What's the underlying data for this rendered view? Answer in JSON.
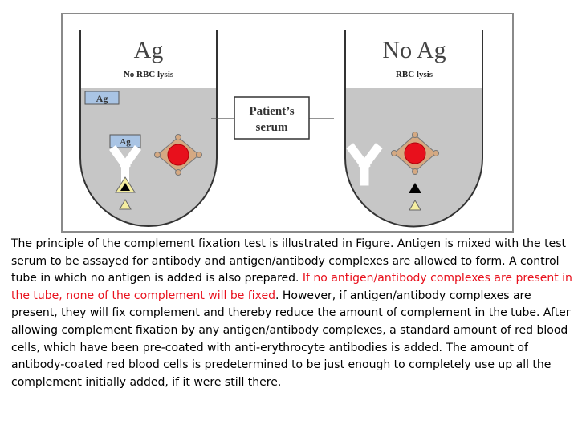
{
  "figure": {
    "left_tube": {
      "title": "Ag",
      "subtitle": "No RBC lysis",
      "ag_box_label": "Ag",
      "antibody_label": "Ag"
    },
    "right_tube": {
      "title": "No Ag",
      "subtitle": "RBC lysis"
    },
    "center_label_line1": "Patient’s",
    "center_label_line2": "serum"
  },
  "caption": {
    "part1": "The principle of the complement fixation test is illustrated in Figure. Antigen is mixed with the test serum to be assayed for antibody and antigen/antibody complexes are allowed to form. A control tube in which no antigen is added is also prepared. ",
    "highlight": "If no antigen/antibody complexes are present in the tube, none of the complement will be fixed",
    "part2": ". However, if antigen/antibody complexes are present, they will fix complement and thereby reduce the amount of complement in the tube. After allowing complement fixation by any antigen/antibody complexes, a standard amount of red blood cells, which have been pre-coated with anti-erythrocyte antibodies is added. The amount of antibody-coated red blood cells is predetermined to be just enough to completely use up all the complement initially added, if it were still there."
  },
  "colors": {
    "liquid": "#c6c6c6",
    "complement_red": "#e8101c",
    "complement_diamond": "#d5a982",
    "antigen_box": "#a9c4e4",
    "triangle_yellow": "#f5eea0",
    "highlight_text": "#e8101c"
  }
}
